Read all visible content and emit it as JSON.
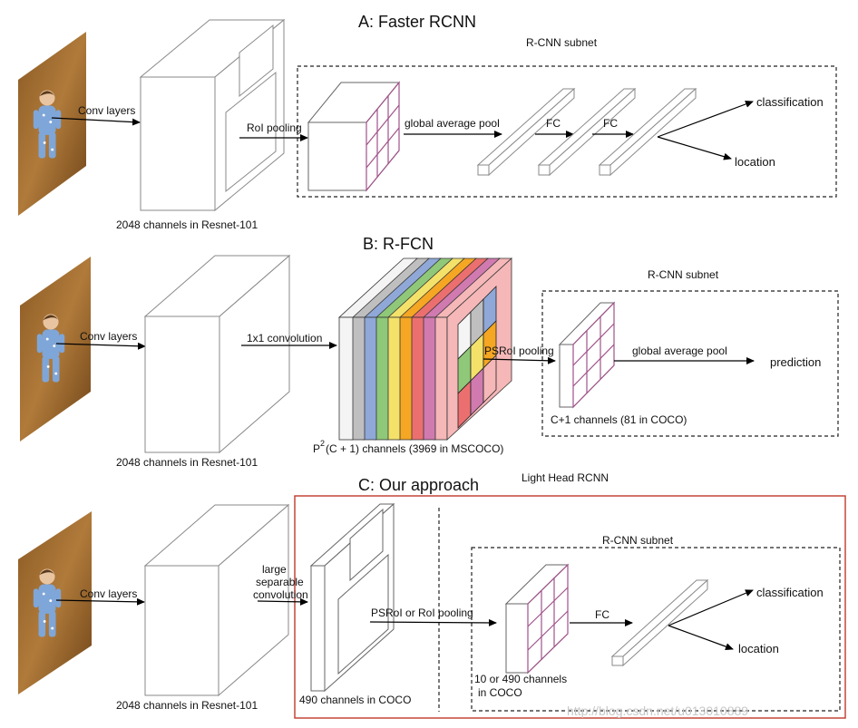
{
  "section_a": {
    "title": "A: Faster RCNN",
    "subnet_label": "R-CNN subnet",
    "conv_layers": "Conv layers",
    "backbone_caption": "2048 channels in Resnet-101",
    "roi_pooling": "RoI pooling",
    "global_average_pool": "global average pool",
    "fc1": "FC",
    "fc2": "FC",
    "classification": "classification",
    "location": "location"
  },
  "section_b": {
    "title": "B: R-FCN",
    "subnet_label": "R-CNN subnet",
    "conv_layers": "Conv layers",
    "backbone_caption": "2048 channels in Resnet-101",
    "conv_1x1": "1x1 convolution",
    "score_map_caption_p": "P",
    "score_map_caption_sup": "2",
    "score_map_caption_rest": "(C + 1)  channels (3969 in MSCOCO)",
    "psroi_pooling": "PSRoI pooling",
    "global_average_pool": "global average pool",
    "prediction": "prediction",
    "subnet_caption": "C+1 channels (81 in COCO)",
    "slice_colors": [
      "#f4f4f4",
      "#bfbfbf",
      "#8fa8d8",
      "#8fc878",
      "#f3e16a",
      "#f5a623",
      "#ec6f6f",
      "#d07ab0",
      "#f5b7b7"
    ]
  },
  "section_c": {
    "title": "C: Our approach",
    "light_head_label": "Light Head RCNN",
    "subnet_label": "R-CNN subnet",
    "conv_layers": "Conv layers",
    "backbone_caption": "2048 channels in Resnet-101",
    "large_conv_line1": "large",
    "large_conv_line2": "separable",
    "large_conv_line3": "convolution",
    "thin_map_caption": "490 channels in COCO",
    "psroi_or_roi": "PSRoI or RoI pooling",
    "fc": "FC",
    "classification": "classification",
    "location": "location",
    "pooled_caption_line1": "10  or 490 channels",
    "pooled_caption_line2": "in COCO",
    "frame_color": "#c0392b"
  },
  "watermark": "http://blog.csdn.net/u013010889"
}
